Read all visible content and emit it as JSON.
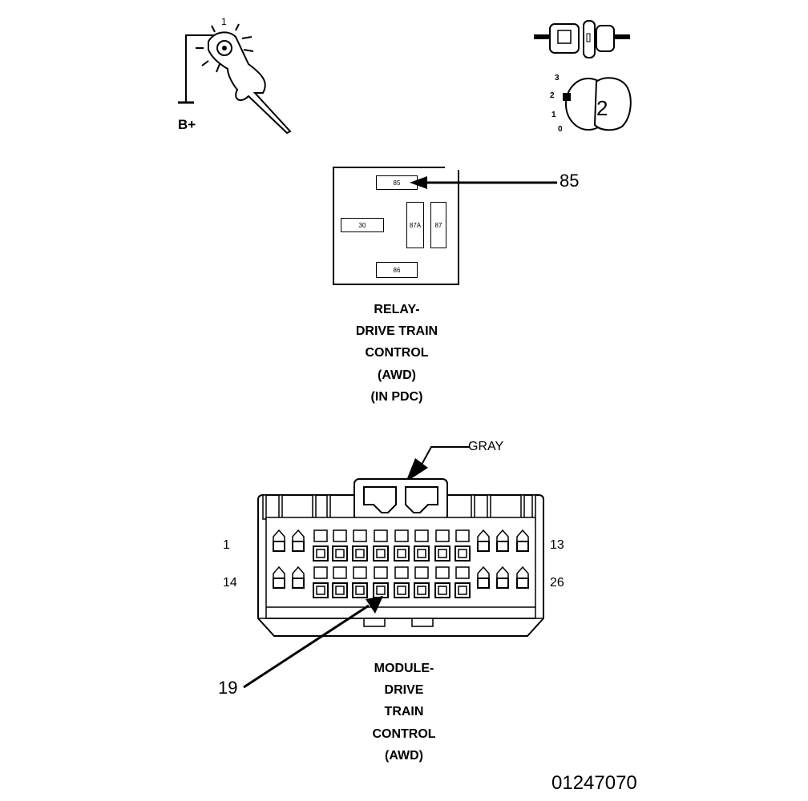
{
  "probe": {
    "ground_label": "B+",
    "pin_label": "1"
  },
  "ignition": {
    "positions": [
      "3",
      "2",
      "1",
      "0"
    ],
    "key_label": "2"
  },
  "relay": {
    "callout": "85",
    "cavities": [
      "85",
      "30",
      "87A",
      "87",
      "86"
    ],
    "title_lines": [
      "RELAY-",
      "DRIVE TRAIN",
      "CONTROL",
      "(AWD)",
      "(IN PDC)"
    ]
  },
  "connector": {
    "color_label": "GRAY",
    "pins": {
      "top_left": "1",
      "top_right": "13",
      "bottom_left": "14",
      "bottom_right": "26"
    },
    "callout": "19",
    "title_lines": [
      "MODULE-",
      "DRIVE",
      "TRAIN",
      "CONTROL",
      "(AWD)"
    ]
  },
  "figure_id": "01247070"
}
